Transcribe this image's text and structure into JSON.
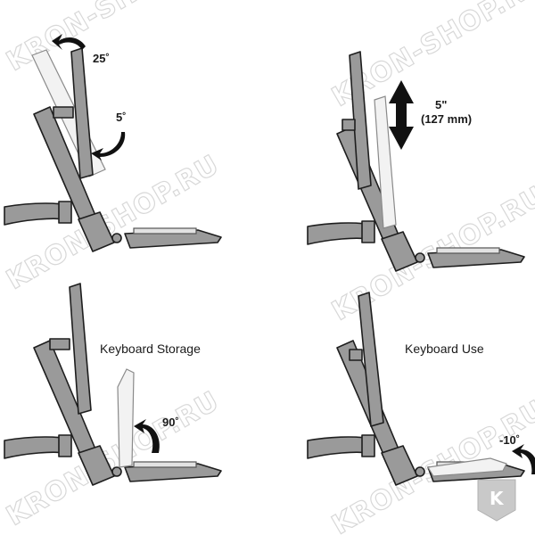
{
  "watermark": {
    "text": "KRON-SHOP.RU",
    "badge_letter": "K",
    "colors": {
      "wm_stroke": "#d8d8d8",
      "badge_fill": "#c9c9c9"
    }
  },
  "panels": {
    "tilt": {
      "label_up": "25˚",
      "label_down": "5˚"
    },
    "height": {
      "label_value": "5\"",
      "label_metric": "(127 mm)"
    },
    "storage": {
      "title": "Keyboard Storage",
      "angle": "90˚"
    },
    "use": {
      "title": "Keyboard Use",
      "angle": "-10˚"
    }
  },
  "colors": {
    "part_fill": "#9a9a9a",
    "outline": "#1e1e1e",
    "ghost_fill": "#f2f2f2"
  }
}
